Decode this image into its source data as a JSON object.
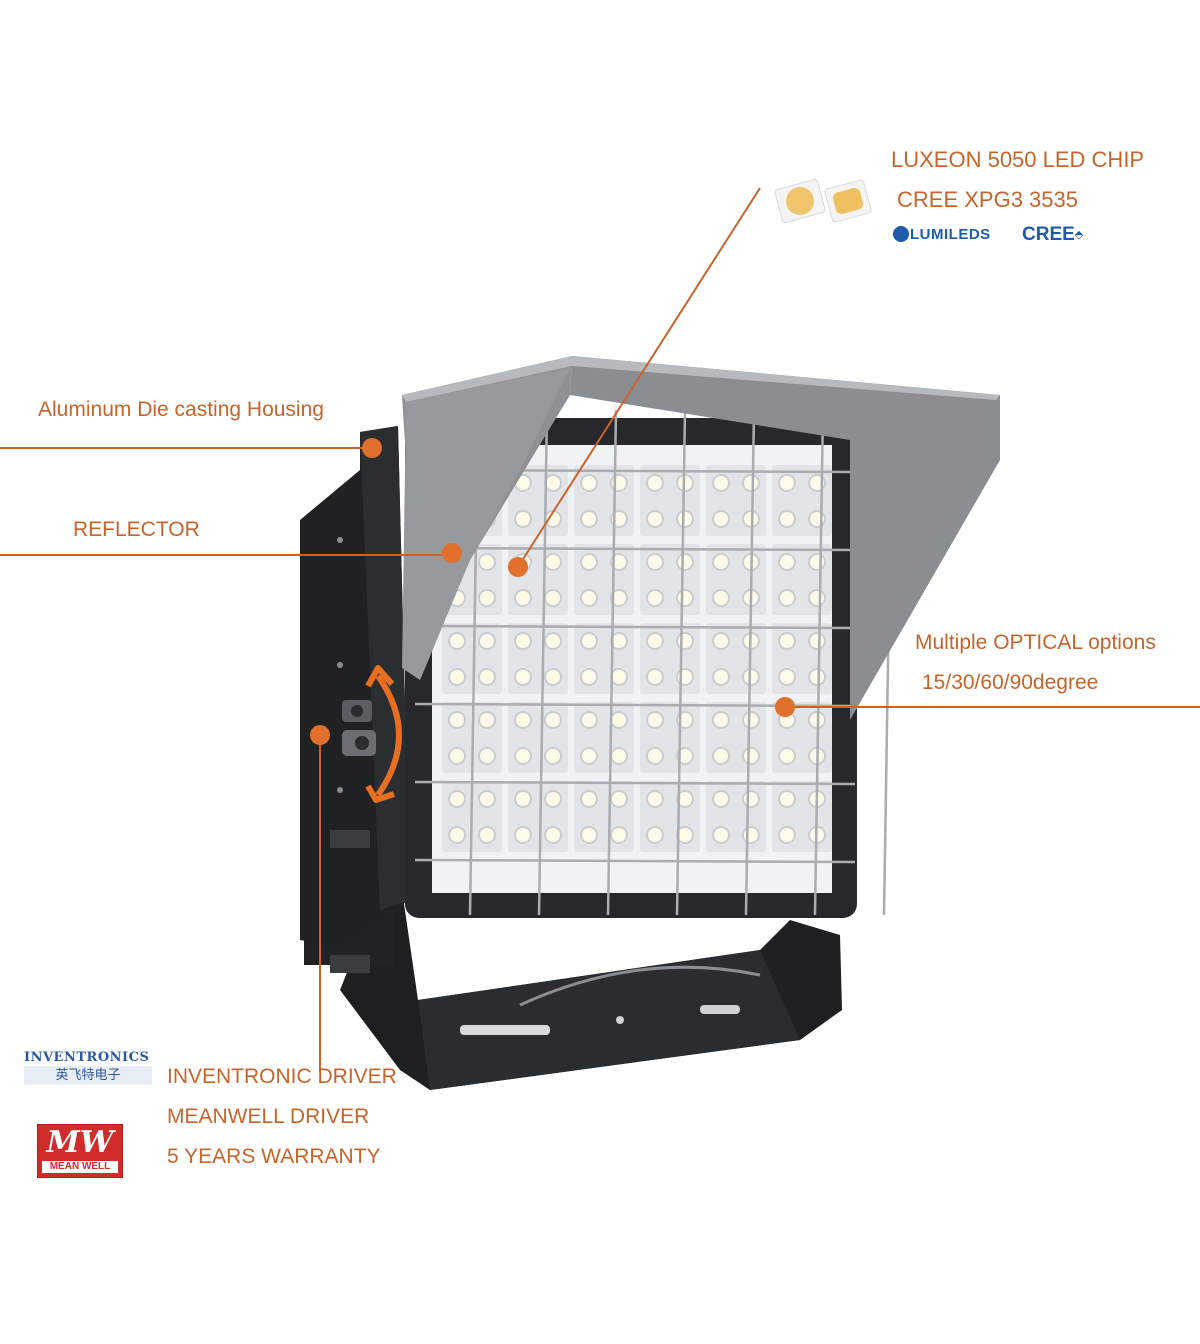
{
  "callouts": {
    "chip_line1": "LUXEON 5050 LED CHIP",
    "chip_line2": "CREE XPG3 3535",
    "housing": "Aluminum Die casting Housing",
    "reflector": "REFLECTOR",
    "optics_line1": "Multiple OPTICAL options",
    "optics_line2": "15/30/60/90degree",
    "driver_line1": "INVENTRONIC DRIVER",
    "driver_line2": "MEANWELL DRIVER",
    "driver_line3": "5 YEARS WARRANTY"
  },
  "brands": {
    "lumileds": "LUMILEDS",
    "cree": "CREE",
    "inventronics": "INVENTRONICS",
    "inventronics_cn": "英飞特电子",
    "meanwell_logo": "MW",
    "meanwell_name": "MEAN WELL"
  },
  "colors": {
    "accent": "#c8642a",
    "brand_blue": "#1e5bab",
    "meanwell_red": "#d22b2b"
  }
}
